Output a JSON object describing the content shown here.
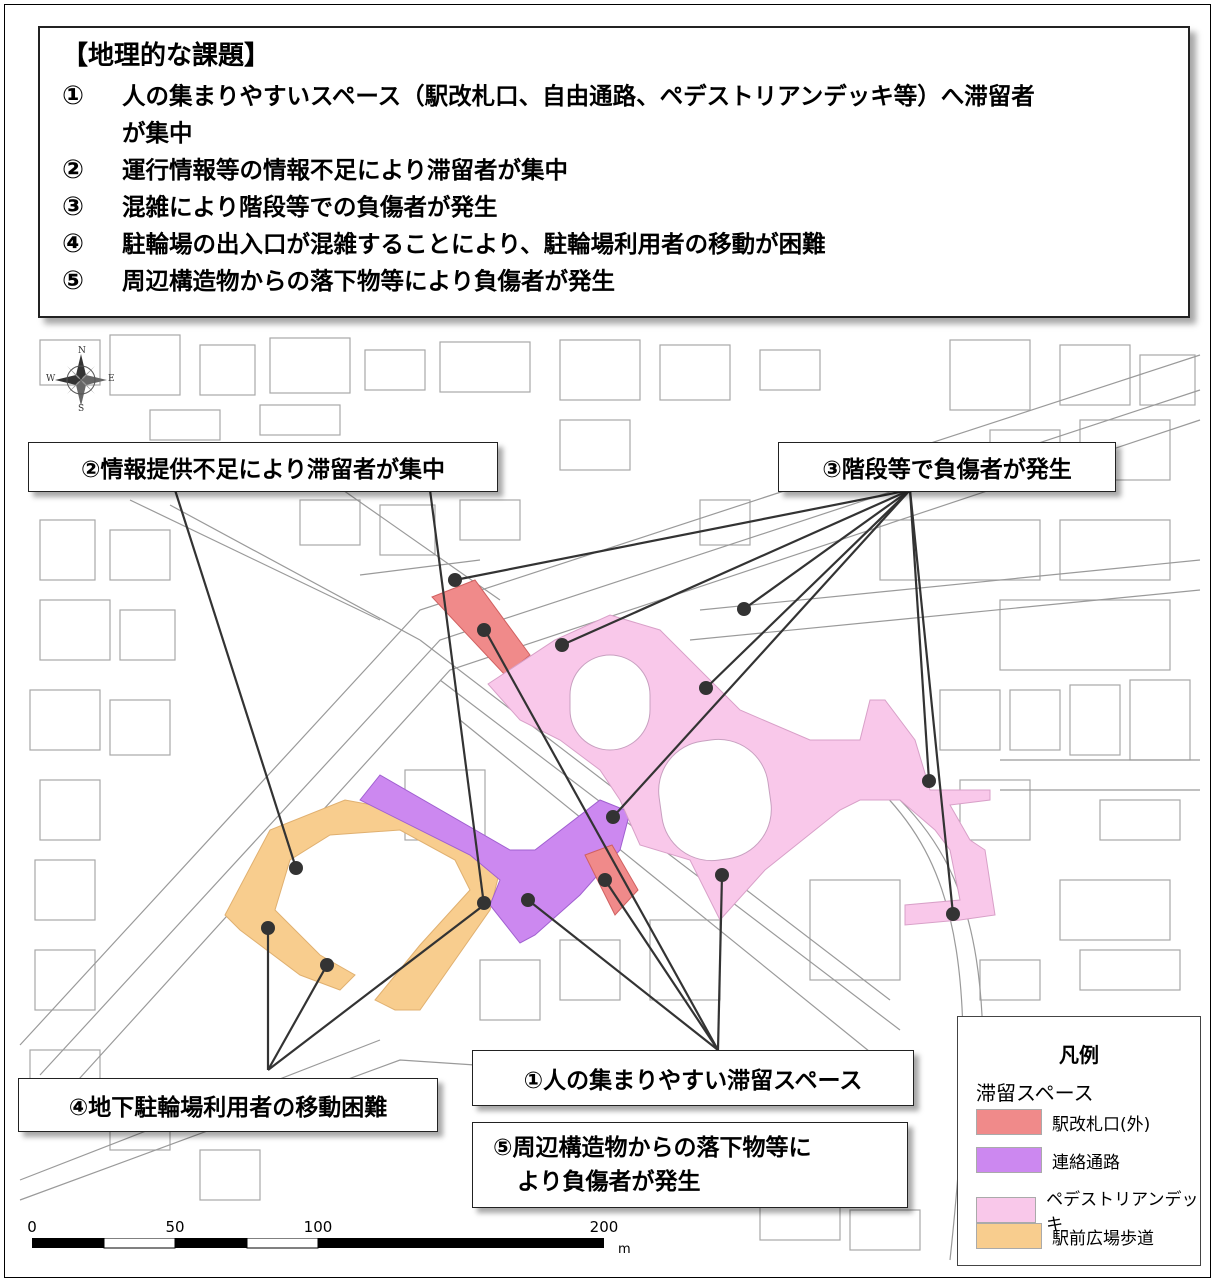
{
  "issues_box": {
    "title": "【地理的な課題】",
    "items": [
      {
        "num": "①",
        "text": "人の集まりやすいスペース（駅改札口、自由通路、ペデストリアンデッキ等）へ滞留者",
        "cont": "が集中"
      },
      {
        "num": "②",
        "text": "運行情報等の情報不足により滞留者が集中"
      },
      {
        "num": "③",
        "text": "混雑により階段等での負傷者が発生"
      },
      {
        "num": "④",
        "text": "駐輪場の出入口が混雑することにより、駐輪場利用者の移動が困難"
      },
      {
        "num": "⑤",
        "text": "周辺構造物からの落下物等により負傷者が発生"
      }
    ]
  },
  "callouts": {
    "info": "②情報提供不足により滞留者が集中",
    "stairs": "③階段等で負傷者が発生",
    "bicycle": "④地下駐輪場利用者の移動困難",
    "crowd": "①人の集まりやすい滞留スペース",
    "falling_line1": "⑤周辺構造物からの落下物等に",
    "falling_line2": "より負傷者が発生"
  },
  "compass": {
    "n": "N",
    "s": "S",
    "e": "E",
    "w": "W",
    "icon": "compass-rose-icon"
  },
  "legend": {
    "title": "凡例",
    "subtitle": "滞留スペース",
    "items": [
      {
        "label": "駅改札口(外)",
        "color": "#f08a8a"
      },
      {
        "label": "連絡通路",
        "color": "#cc88f0"
      },
      {
        "label": "ペデストリアンデッキ",
        "color": "#f9c8ea"
      },
      {
        "label": "駅前広場歩道",
        "color": "#f8cd8e"
      }
    ]
  },
  "scale": {
    "ticks": [
      "0",
      "50",
      "100",
      "200"
    ],
    "unit": "m"
  },
  "colors": {
    "ticket_gate": "#f08a8a",
    "passage": "#cc88f0",
    "deck": "#f9c8ea",
    "plaza": "#f8cd8e",
    "building_line": "#9a9a9a"
  }
}
